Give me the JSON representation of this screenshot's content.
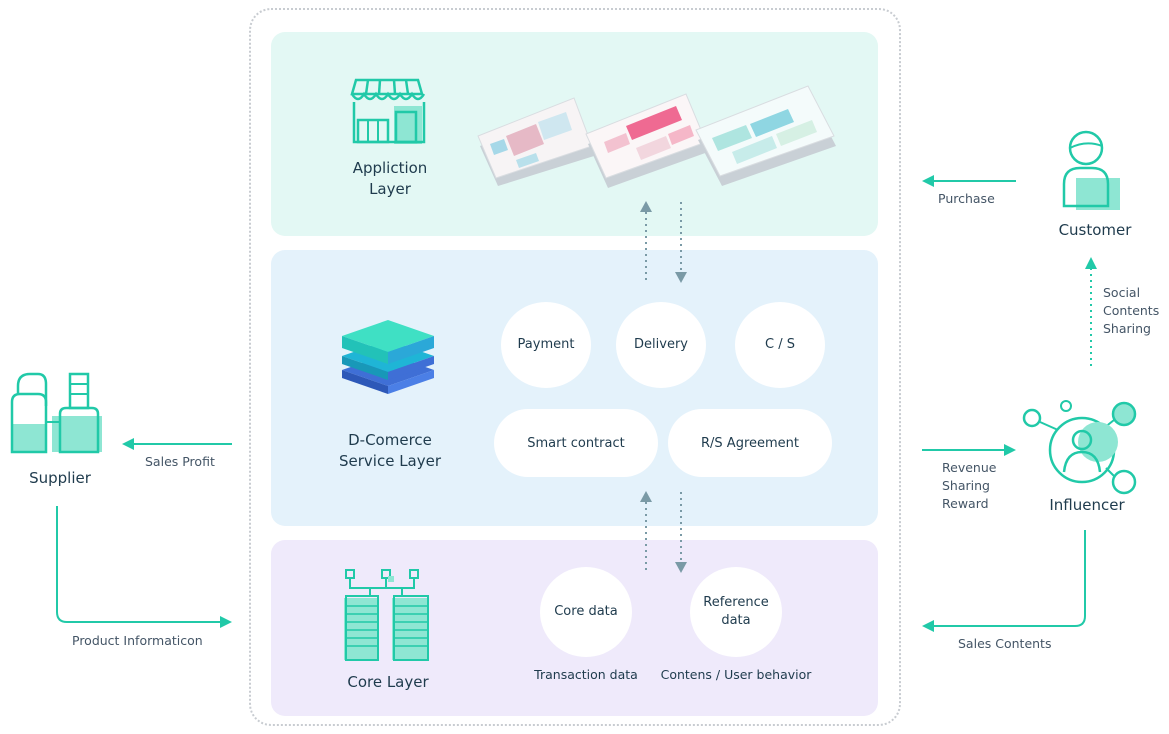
{
  "layers": {
    "application": {
      "title_line1": "Appliction",
      "title_line2": "Layer"
    },
    "service": {
      "title_line1": "D-Comerce",
      "title_line2": "Service Layer"
    },
    "core": {
      "title": "Core Layer"
    }
  },
  "services": {
    "payment": "Payment",
    "delivery": "Delivery",
    "cs": "C / S",
    "smart_contract": "Smart contract",
    "rs_agreement": "R/S Agreement"
  },
  "core_items": {
    "core_data": "Core data",
    "reference_line1": "Reference",
    "reference_line2": "data",
    "transaction_caption": "Transaction data",
    "behavior_caption": "Contens / User behavior"
  },
  "actors": {
    "supplier": "Supplier",
    "customer": "Customer",
    "influencer": "Influencer"
  },
  "flows": {
    "sales_profit": "Sales Profit",
    "product_information": "Product Informaticon",
    "purchase": "Purchase",
    "social_line1": "Social",
    "social_line2": "Contents",
    "social_line3": "Sharing",
    "revenue_line1": "Revenue",
    "revenue_line2": "Sharing",
    "revenue_line3": "Reward",
    "sales_contents": "Sales Contents"
  },
  "colors": {
    "accent": "#21c9a8",
    "app_bg": "#e3f8f4",
    "service_bg": "#e4f2fb",
    "core_bg": "#efeafb",
    "dotted_arrow": "#7a9aa6"
  }
}
